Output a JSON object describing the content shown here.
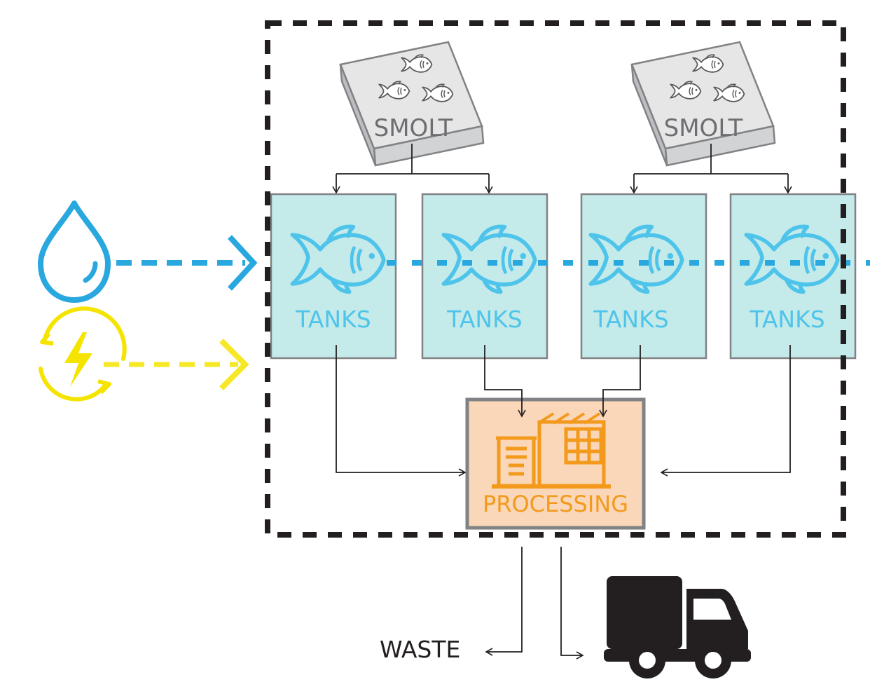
{
  "smolt_units": [
    {
      "label": "SMOLT"
    },
    {
      "label": "SMOLT"
    }
  ],
  "tanks": [
    {
      "label": "TANKS"
    },
    {
      "label": "TANKS"
    },
    {
      "label": "TANKS"
    },
    {
      "label": "TANKS"
    }
  ],
  "processing": {
    "label": "PROCESSING"
  },
  "outputs": {
    "waste_label": "WASTE"
  },
  "colors": {
    "water": "#29a8e0",
    "energy": "#f5e400",
    "tank_fill": "#c5eaea",
    "tank_icon": "#4fc4ea",
    "processing_fill": "#fad7b8",
    "processing_icon": "#f39a1d",
    "smolt_fill": "#e6e6e6",
    "boundary": "#231f20"
  },
  "icons": {
    "water": "water-drop-icon",
    "energy": "renewable-energy-icon",
    "fish": "fish-icon",
    "factory": "factory-icon",
    "truck": "delivery-truck-icon"
  }
}
